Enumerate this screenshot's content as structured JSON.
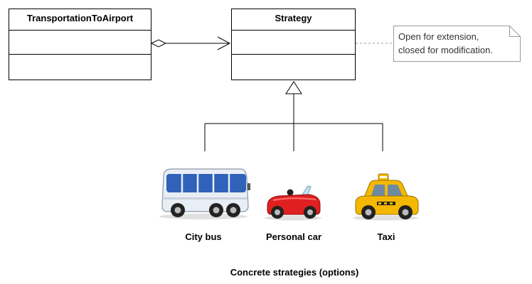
{
  "diagram": {
    "context_class": {
      "name": "TransportationToAirport"
    },
    "strategy_class": {
      "name": "Strategy"
    },
    "note": {
      "lines": [
        "Open for extension,",
        "closed for modification."
      ]
    },
    "options": [
      {
        "label": "City bus",
        "icon": "bus-icon"
      },
      {
        "label": "Personal car",
        "icon": "convertible-car-icon"
      },
      {
        "label": "Taxi",
        "icon": "taxi-icon"
      }
    ],
    "caption": "Concrete strategies (options)",
    "colors": {
      "line": "#000000",
      "note_border": "#999999",
      "bus_body": "#e8eef5",
      "bus_window": "#2f62b8",
      "car_body": "#e02020",
      "taxi_body": "#f5b800"
    }
  }
}
